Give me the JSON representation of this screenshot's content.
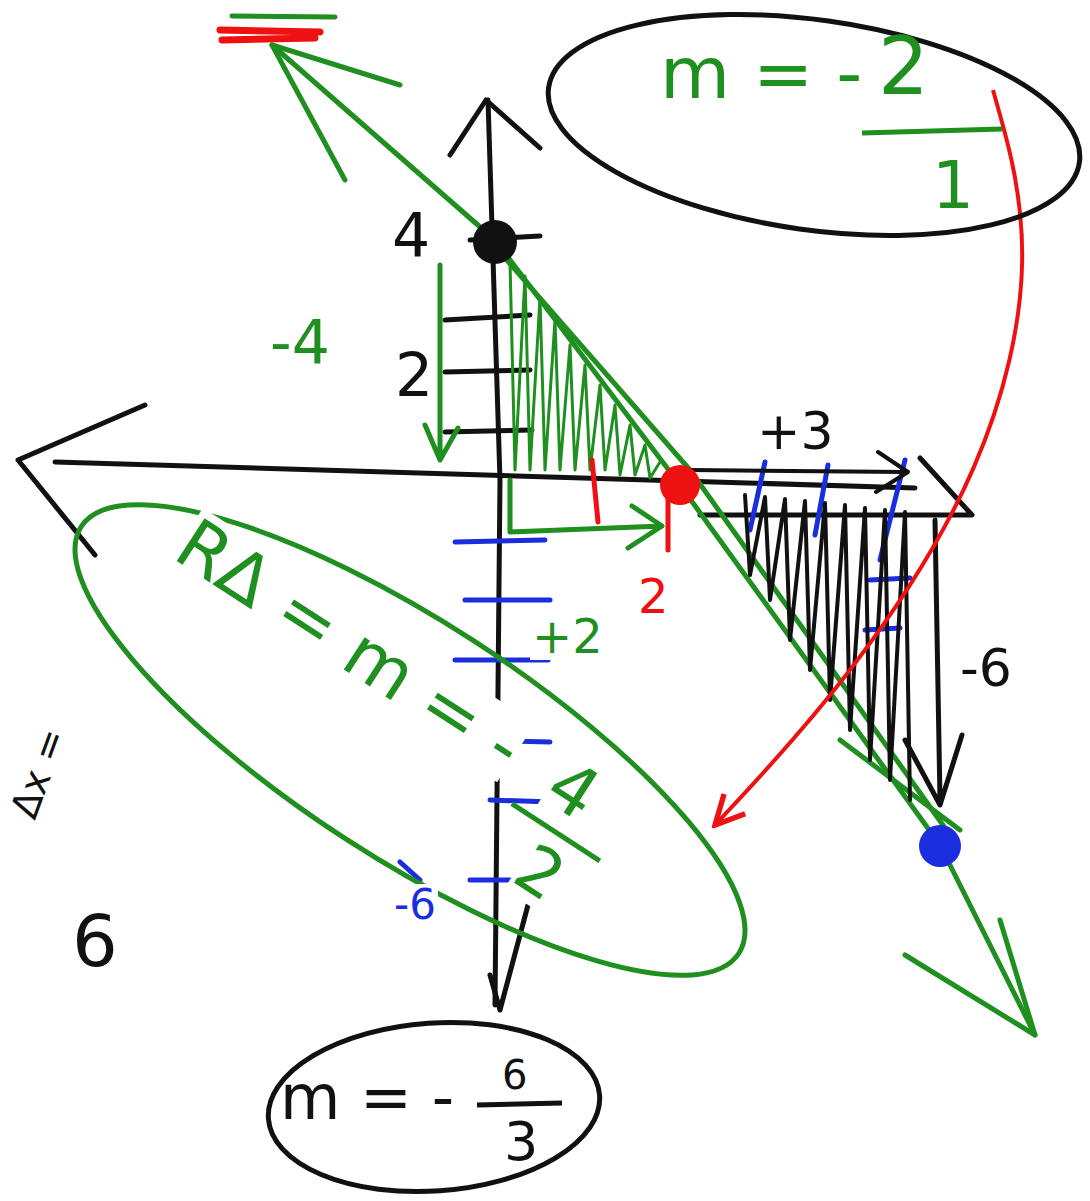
{
  "diagram": {
    "nodes": [
      {
        "text": [
          "m = -",
          "2",
          "1"
        ]
      },
      {
        "text": [
          "RΔ = m = -",
          "4",
          "2"
        ]
      },
      {
        "text": [
          "m = -",
          "6",
          "3"
        ]
      }
    ],
    "edges": [
      {
        "from": 0,
        "to": 1,
        "arrow": "to"
      }
    ],
    "labels": [
      "4",
      "-4",
      "2",
      "+3",
      "2",
      "+2",
      "-6",
      "-6",
      "Δx =",
      "6"
    ]
  }
}
